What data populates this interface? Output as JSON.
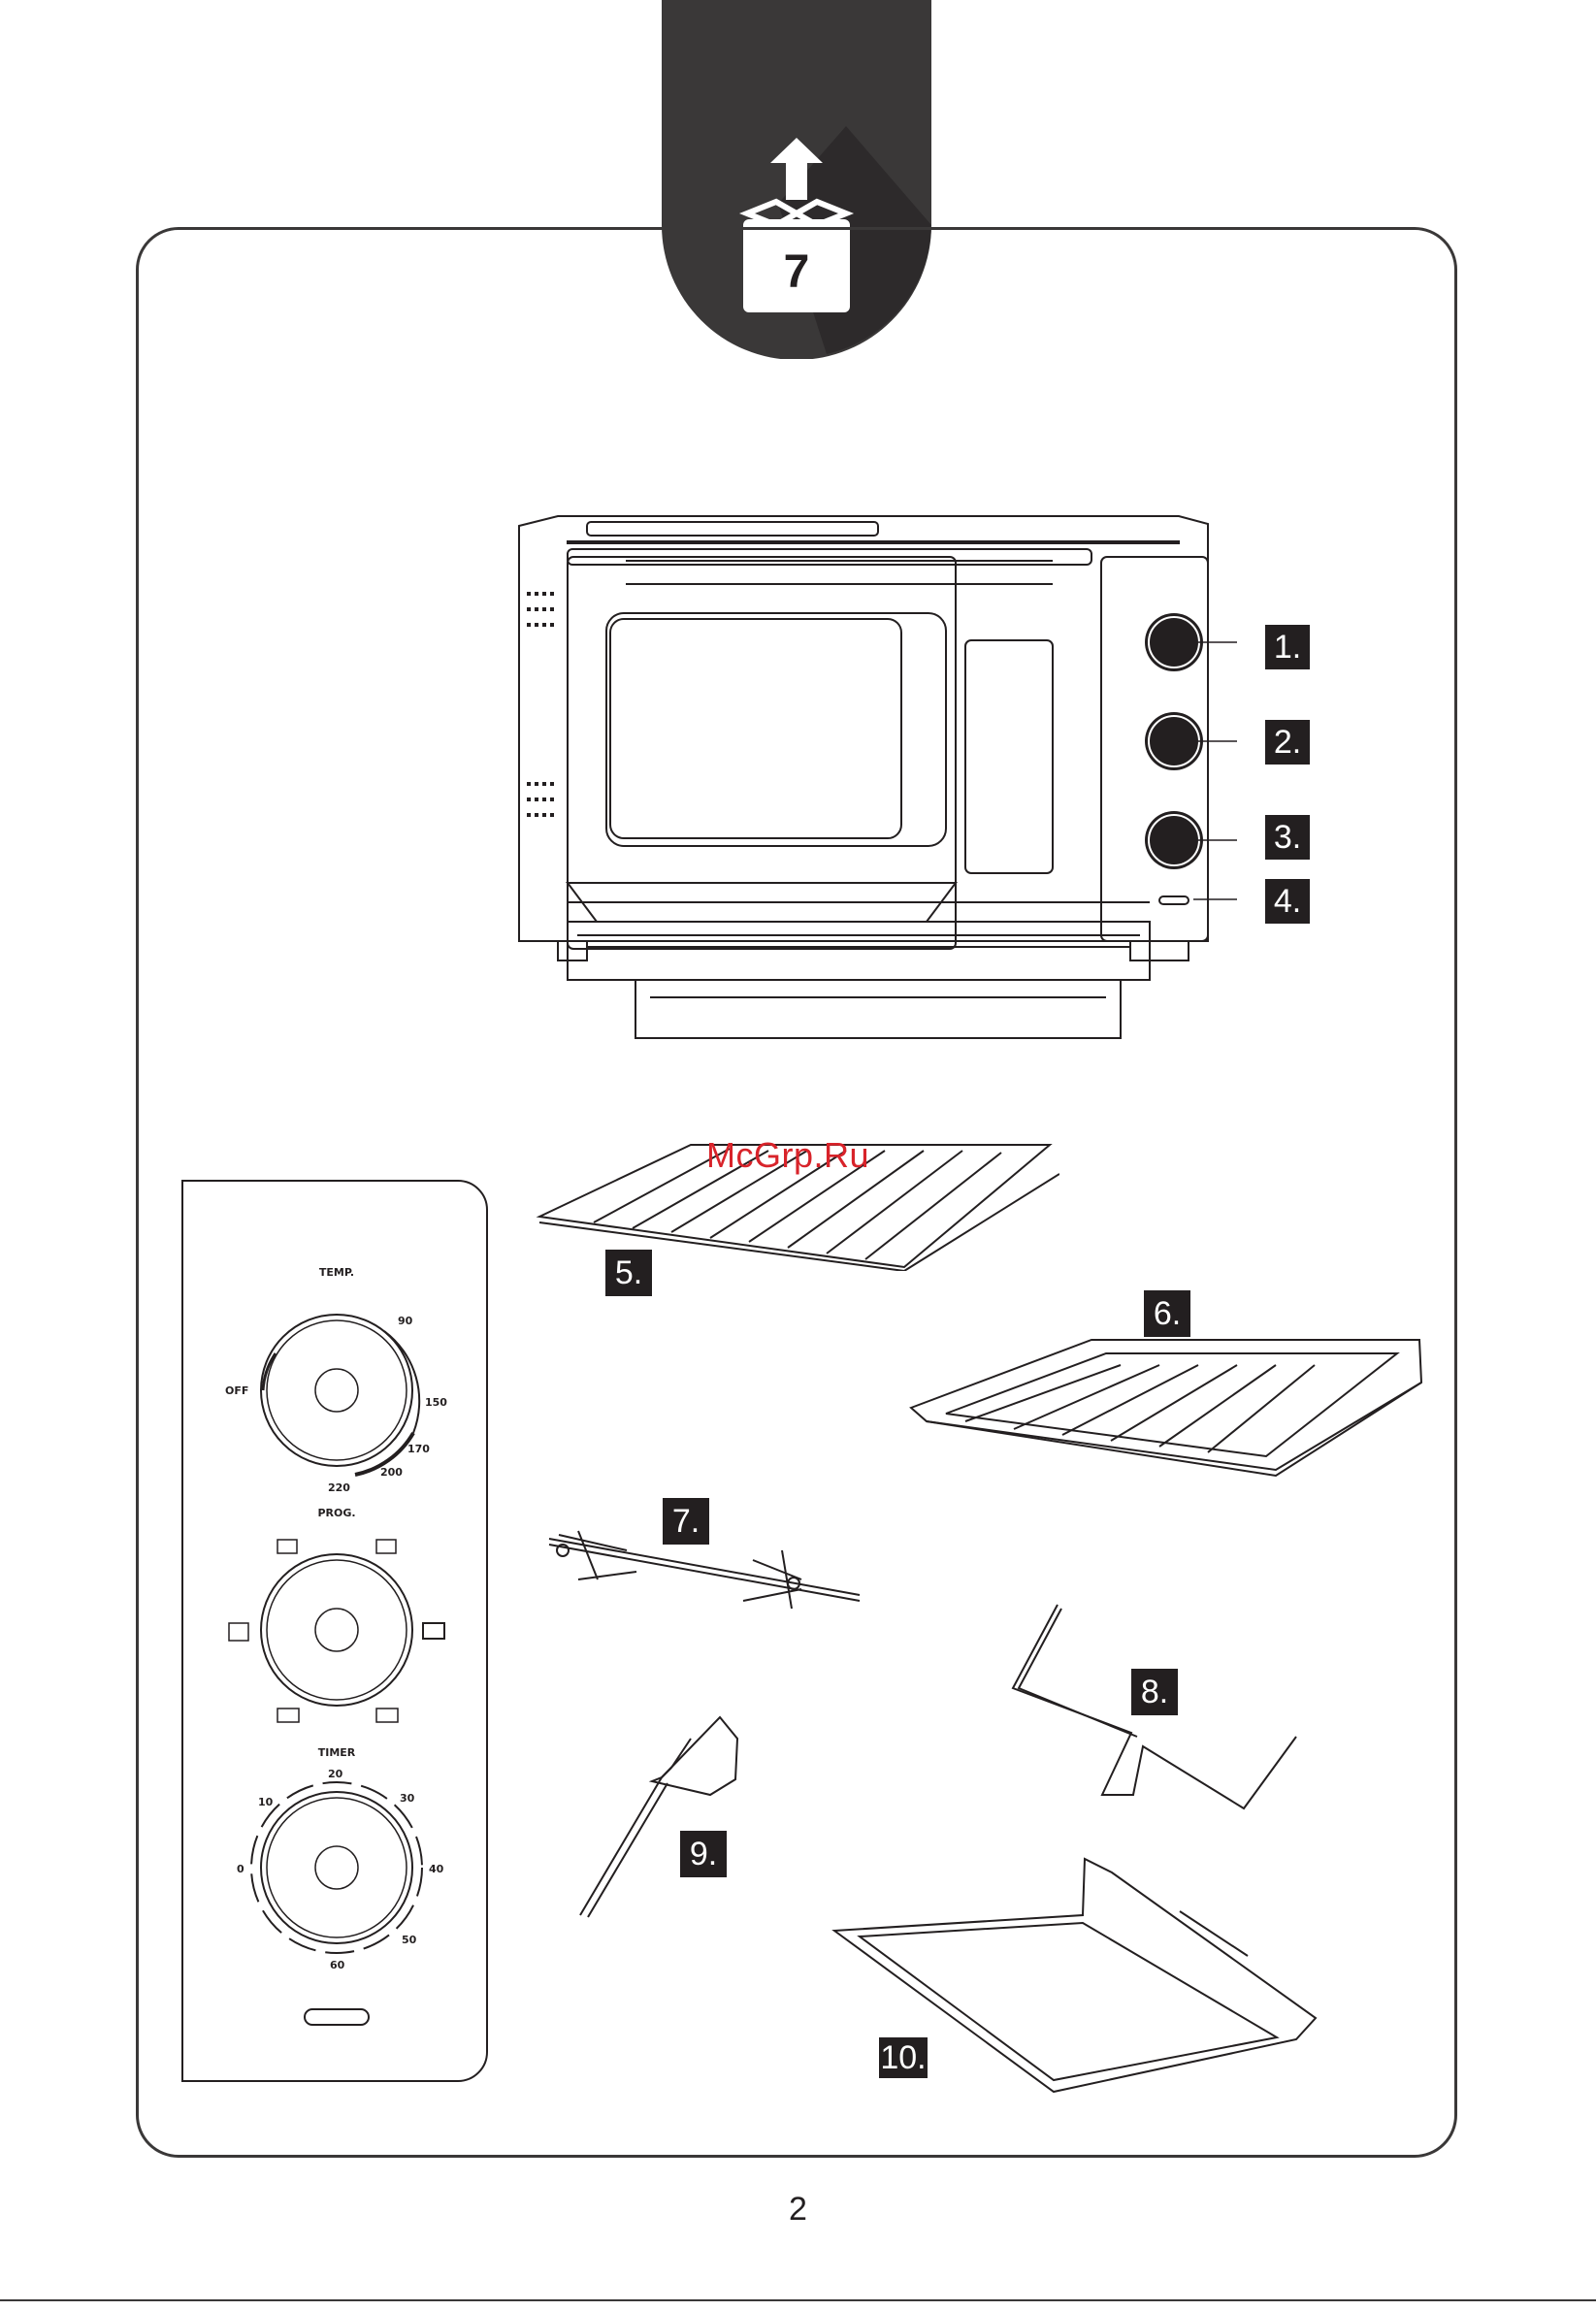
{
  "badge": {
    "number": "7",
    "icon": "unbox-arrow-icon"
  },
  "oven_labels": [
    "1.",
    "2.",
    "3.",
    "4."
  ],
  "accessory_labels": {
    "rack": "5.",
    "baking_tray": "6.",
    "rotisserie_spit": "7.",
    "rotisserie_holder": "8.",
    "tray_handle": "9.",
    "crumb_tray": "10."
  },
  "control_panel": {
    "temp": {
      "title": "TEMP.",
      "ticks": [
        "OFF",
        "90",
        "150",
        "170",
        "200",
        "220"
      ]
    },
    "prog": {
      "title": "PROG."
    },
    "timer": {
      "title": "TIMER",
      "ticks": [
        "0",
        "10",
        "20",
        "30",
        "40",
        "50",
        "60"
      ]
    }
  },
  "watermark": "McGrp.Ru",
  "page_number": "2"
}
